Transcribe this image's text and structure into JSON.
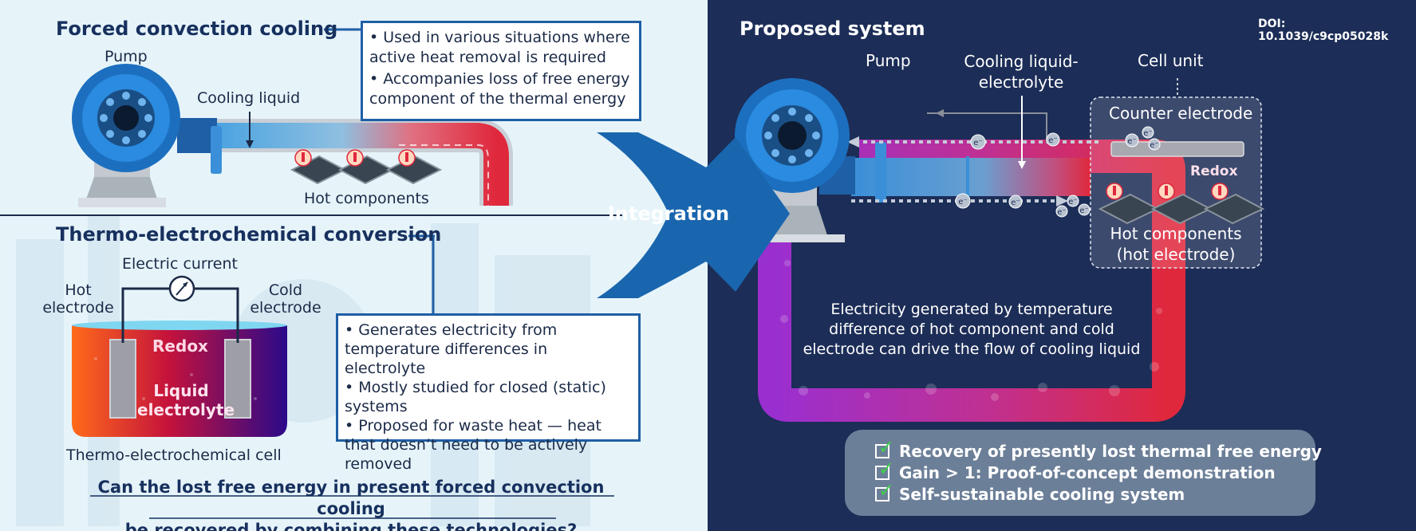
{
  "left": {
    "forced": {
      "title": "Forced convection cooling",
      "pump_label": "Pump",
      "cooling_liquid_label": "Cooling liquid",
      "hot_components_label": "Hot components",
      "bullets": [
        "• Used in various situations where active heat removal is required",
        "• Accompanies loss of free energy component of the thermal energy"
      ]
    },
    "thermo": {
      "title": "Thermo-electrochemical conversion",
      "electric_current_label": "Electric current",
      "hot_electrode_label": "Hot electrode",
      "cold_electrode_label": "Cold electrode",
      "redox_label": "Redox",
      "liquid_electrolyte_label": "Liquid electrolyte",
      "cell_label": "Thermo-electrochemical cell",
      "bullets": [
        "• Generates electricity from temperature differences in electrolyte",
        "• Mostly studied for closed (static) systems",
        "• Proposed for waste heat — heat that doesn’t need to be actively removed"
      ]
    },
    "question_line1": "Can the lost free energy in present forced convection cooling",
    "question_line2": "be recovered by combining these technologies?"
  },
  "integration_label": "Integration",
  "right": {
    "title": "Proposed system",
    "doi": "DOI: 10.1039/c9cp05028k",
    "pump_label": "Pump",
    "cooling_label_line1": "Cooling liquid-",
    "cooling_label_line2": "electrolyte",
    "cell_unit_label": "Cell unit",
    "counter_electrode_label": "Counter electrode",
    "redox_label": "Redox",
    "hot_components_line1": "Hot components",
    "hot_components_line2": "(hot electrode)",
    "electron_symbol": "e⁻",
    "electricity_text": [
      "Electricity generated by temperature",
      "difference of hot component and cold",
      "electrode can drive the flow of cooling liquid"
    ],
    "checklist": [
      "Recovery of presently lost thermal free energy",
      "Gain > 1: Proof-of-concept demonstration",
      "Self-sustainable cooling system"
    ]
  },
  "colors": {
    "left_bg": "#e6f4fa",
    "right_bg": "#1c2d57",
    "accent_blue": "#1f5fa5",
    "hot_red": "#e0283c",
    "loop_purple": "#9a2fd0",
    "check_green": "#3ecf4a"
  },
  "icons": [
    "pump-icon",
    "chip-icon",
    "thermometer-icon",
    "ammeter-icon",
    "checkbox-icon",
    "arrow-icon"
  ]
}
